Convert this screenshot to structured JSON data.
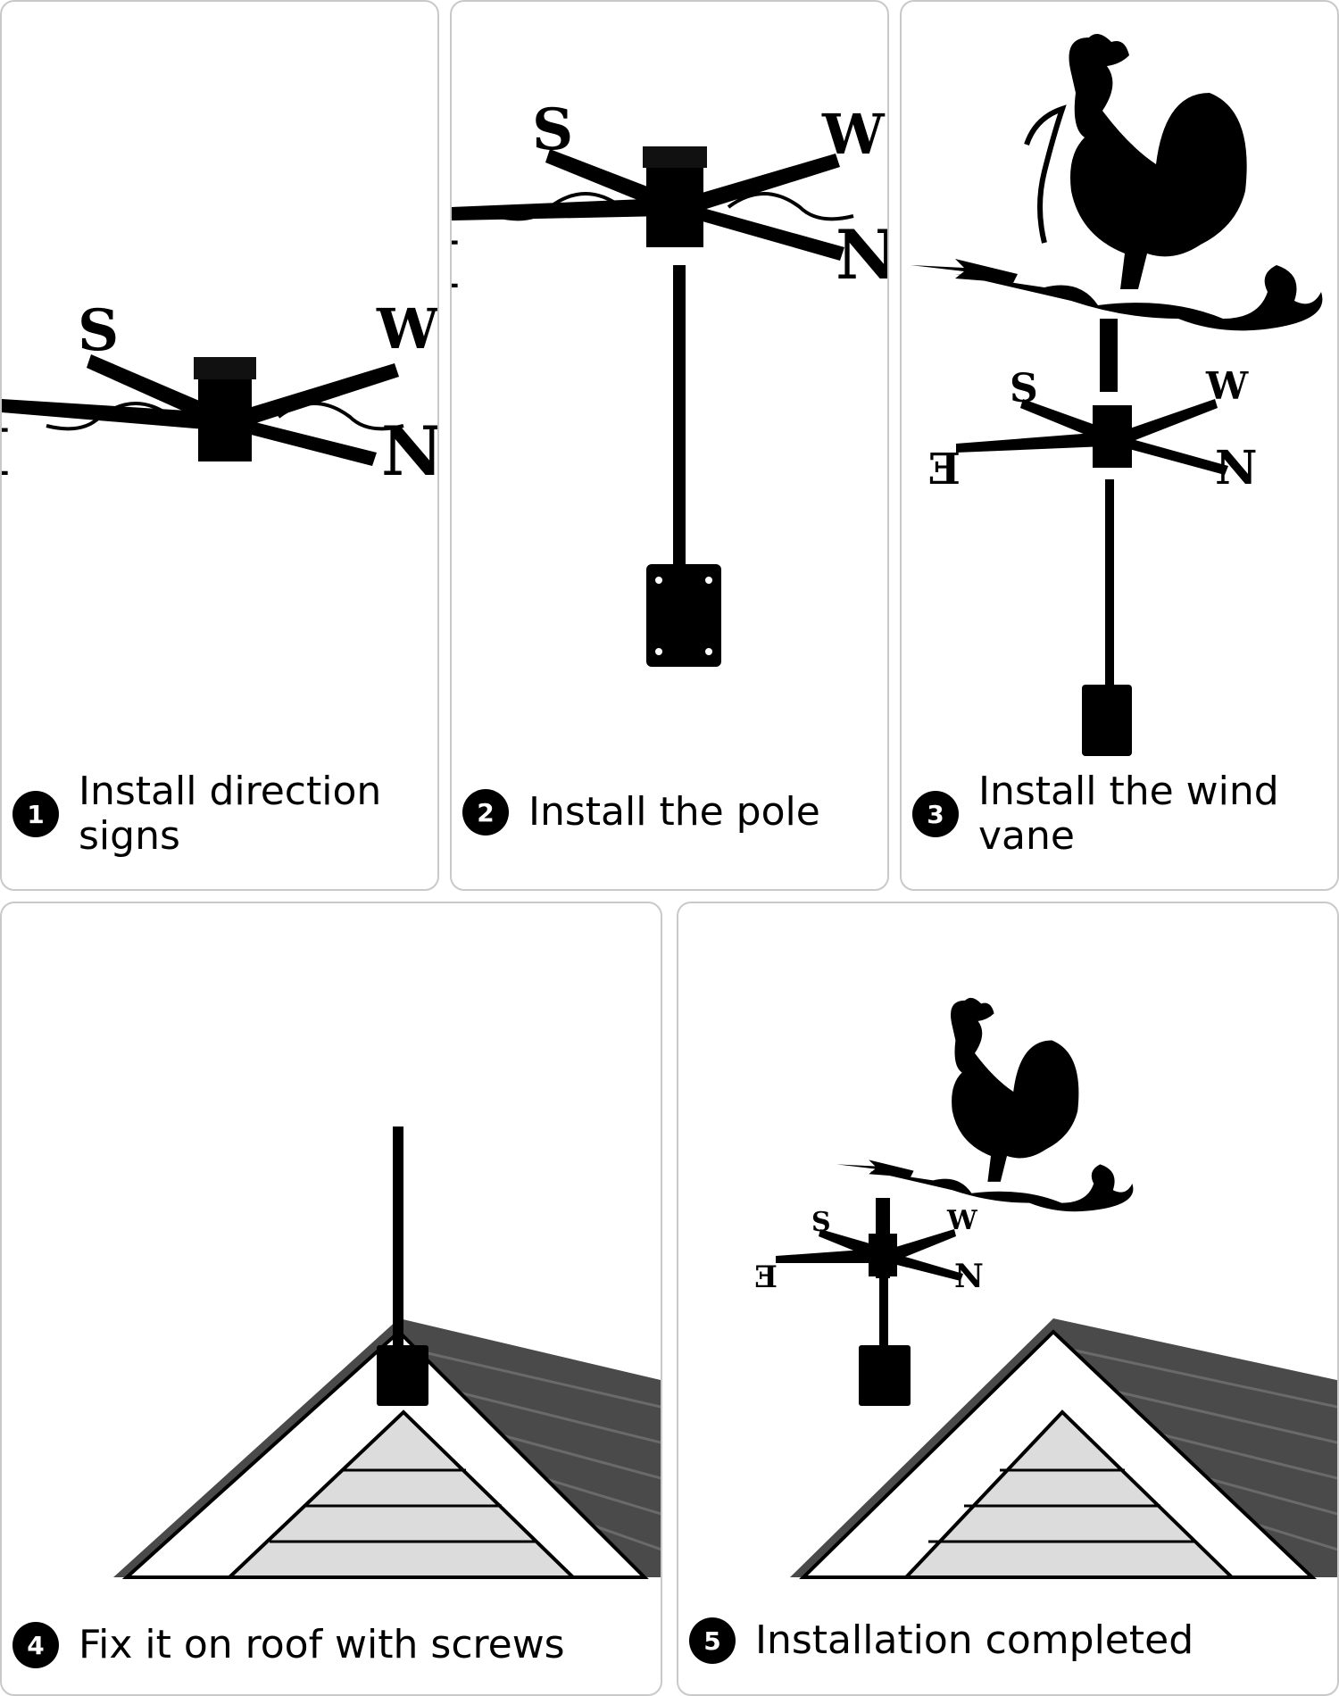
{
  "steps": [
    {
      "number": "1",
      "label": "Install direction signs",
      "line1": "Install direction",
      "line2": "signs"
    },
    {
      "number": "2",
      "label": "Install the pole"
    },
    {
      "number": "3",
      "label": "Install the wind vane",
      "line1": "Install the wind",
      "line2": "vane"
    },
    {
      "number": "4",
      "label": "Fix it on roof with screws"
    },
    {
      "number": "5",
      "label": "Installation completed"
    }
  ],
  "compass_letters": {
    "north": "N",
    "south": "S",
    "east": "E",
    "west": "W"
  },
  "colors": {
    "ink": "#000000",
    "panel_border": "#c9c9c9",
    "roof": "#4a4a4a",
    "siding": "#dcdcdc"
  }
}
